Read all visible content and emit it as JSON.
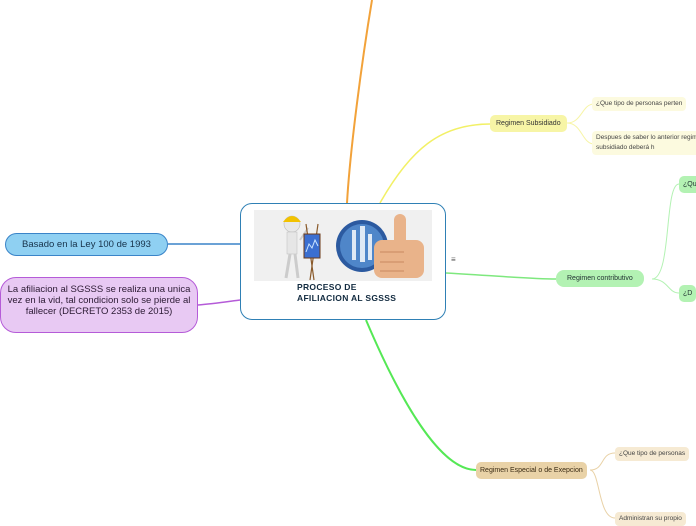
{
  "central": {
    "title": "PROCESO DE AFILIACION AL SGSSS",
    "image": "construction-figure-globe-thumbs-up"
  },
  "left_nodes": [
    {
      "text": "Basado en la Ley 100 de 1993",
      "color": "#3a84c8"
    },
    {
      "text": "La afiliacion al SGSSS se realiza una unica vez en la vid, tal condicion solo se pierde al fallecer (DECRETO 2353 de 2015)",
      "color": "#b55bd8"
    }
  ],
  "branches": {
    "subsidiado": {
      "label": "Regimen Subsidiado",
      "color": "#f2f066",
      "children": [
        "¿Que tipo de personas perten",
        "Despues de saber lo anterior regimen subsidiado deberá h"
      ]
    },
    "contributivo": {
      "label": "Regimen contributivo",
      "color": "#7ee87e",
      "children": [
        "¿Qu",
        "¿D"
      ]
    },
    "especial": {
      "label": "Regimen Especial o de Exepcion",
      "color": "#d9b877",
      "children": [
        "¿Que tipo de personas",
        "Administran su propio"
      ]
    }
  },
  "top_branch_color": "#f2a23a",
  "menu_icon": "hamburger-icon"
}
